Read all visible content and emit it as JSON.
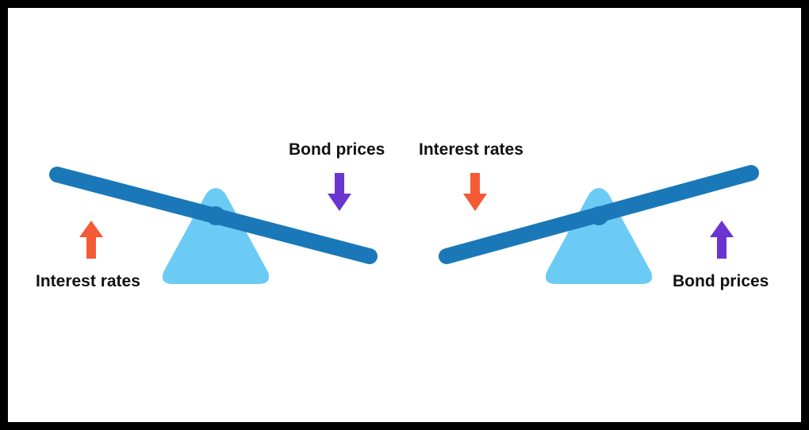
{
  "colors": {
    "background": "#ffffff",
    "border": "#000000",
    "beam": "#1a78b8",
    "fulcrum": "#6ccbf5",
    "pivot": "#1a78b8",
    "rate_arrow": "#f45b35",
    "price_arrow": "#6a35d0",
    "text": "#111111"
  },
  "left_seesaw": {
    "rates_label": "Interest rates",
    "rates_direction": "up",
    "prices_label": "Bond prices",
    "prices_direction": "down"
  },
  "right_seesaw": {
    "rates_label": "Interest rates",
    "rates_direction": "down",
    "prices_label": "Bond prices",
    "prices_direction": "up"
  }
}
